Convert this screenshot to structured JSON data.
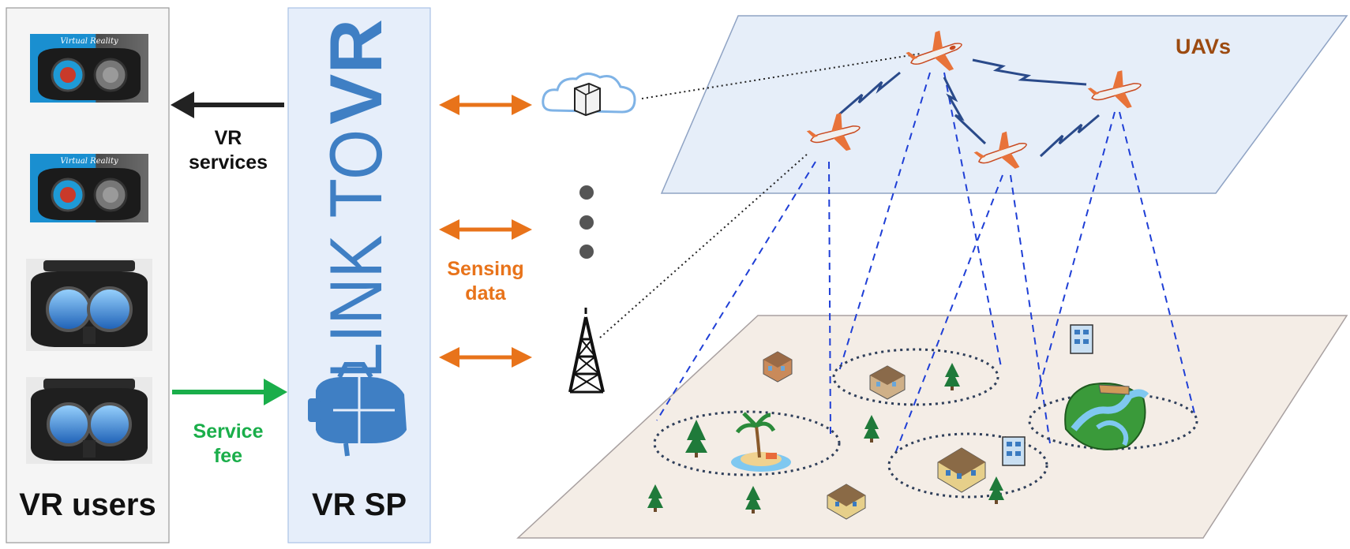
{
  "users_panel": {
    "label": "VR users",
    "headsets": [
      {
        "kind": "vr-headset-virtual-reality-ad",
        "caption": "Virtual Reality"
      },
      {
        "kind": "vr-headset-virtual-reality-ad",
        "caption": "Virtual Reality"
      },
      {
        "kind": "vr-headset-dark"
      },
      {
        "kind": "vr-headset-dark"
      }
    ]
  },
  "sp_panel": {
    "label": "VR SP",
    "logo_text_light": "LINK TO",
    "logo_text_bold": "VR"
  },
  "arrows": {
    "services": "VR\nservices",
    "fee": "Service\nfee",
    "sensing": "Sensing\ndata"
  },
  "sky_layer": {
    "label": "UAVs"
  },
  "colors": {
    "black_arrow": "#222222",
    "green_arrow": "#1aae4a",
    "orange_arrow": "#e8731a",
    "uav_label": "#9c4a10",
    "logo_blue": "#3f7fc4",
    "sky_plane": "#e6eef9",
    "ground_plane": "#f4ede6",
    "coverage": "#2f3f5a",
    "beam": "#1f3fd6"
  },
  "icons": {
    "cloud": "cloud-server-icon",
    "tower": "cell-tower-icon",
    "uav": "airplane-icon",
    "tree": "tree-icon",
    "building": "building-icon"
  }
}
